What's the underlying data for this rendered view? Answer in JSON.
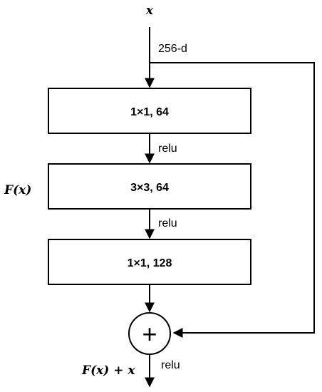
{
  "diagram": {
    "input_label": "x",
    "dim_label": "256-d",
    "branch_label": "F(x)",
    "blocks": [
      {
        "label": "1×1, 64"
      },
      {
        "label": "3×3, 64"
      },
      {
        "label": "1×1, 128"
      }
    ],
    "activations": [
      "relu",
      "relu"
    ],
    "add_symbol": "+",
    "output_label": "F(x) + x",
    "output_activation": "relu"
  }
}
